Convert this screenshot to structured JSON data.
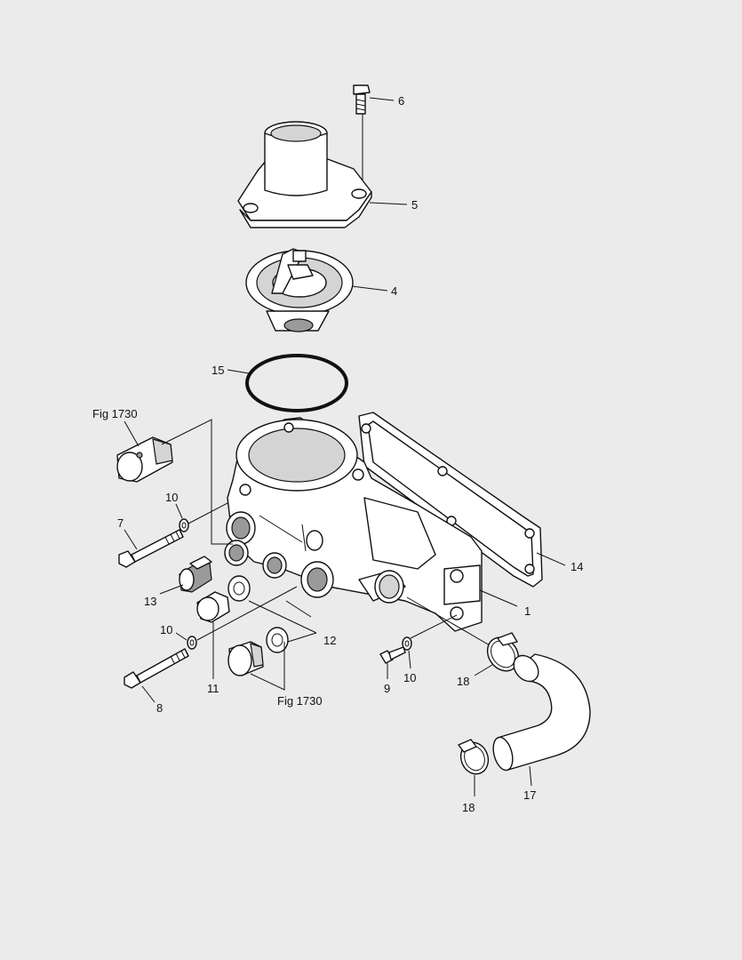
{
  "callouts": {
    "c1": "1",
    "c4": "4",
    "c5": "5",
    "c6": "6",
    "c7": "7",
    "c8": "8",
    "c9": "9",
    "c10a": "10",
    "c10b": "10",
    "c10c": "10",
    "c11": "11",
    "c12": "12",
    "c13": "13",
    "c14": "14",
    "c15": "15",
    "c17": "17",
    "c18a": "18",
    "c18b": "18",
    "fig_top": "Fig 1730",
    "fig_bottom": "Fig 1730"
  },
  "colors": {
    "background": "#ebebeb",
    "outline": "#111111",
    "fill": "#ffffff"
  }
}
